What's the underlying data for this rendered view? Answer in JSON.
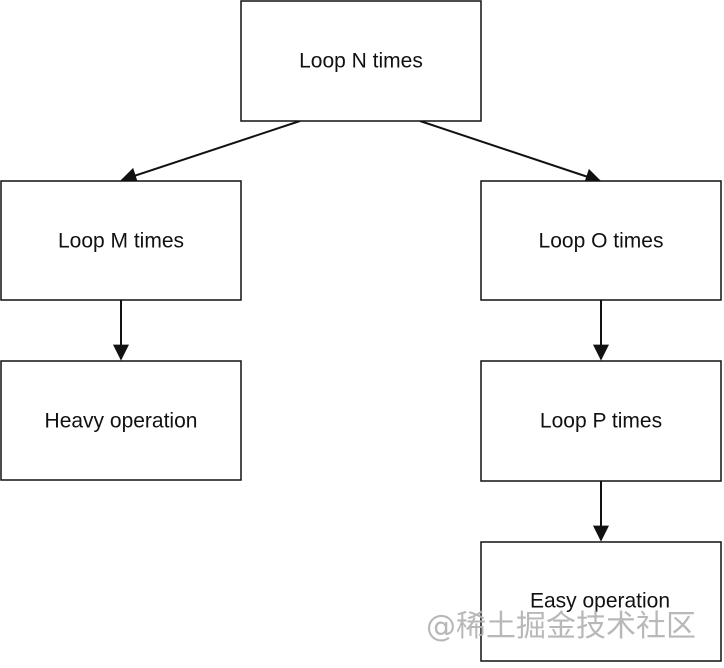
{
  "nodes": {
    "loop_n": "Loop N times",
    "loop_m": "Loop M times",
    "loop_o": "Loop O times",
    "heavy": "Heavy operation",
    "loop_p": "Loop P times",
    "easy": "Easy operation"
  },
  "edges": [
    {
      "from": "loop_n",
      "to": "loop_m"
    },
    {
      "from": "loop_n",
      "to": "loop_o"
    },
    {
      "from": "loop_m",
      "to": "heavy"
    },
    {
      "from": "loop_o",
      "to": "loop_p"
    },
    {
      "from": "loop_p",
      "to": "easy"
    }
  ],
  "watermark": "@稀土掘金技术社区",
  "colors": {
    "stroke": "#111111",
    "watermark": "#b3b3b3"
  }
}
